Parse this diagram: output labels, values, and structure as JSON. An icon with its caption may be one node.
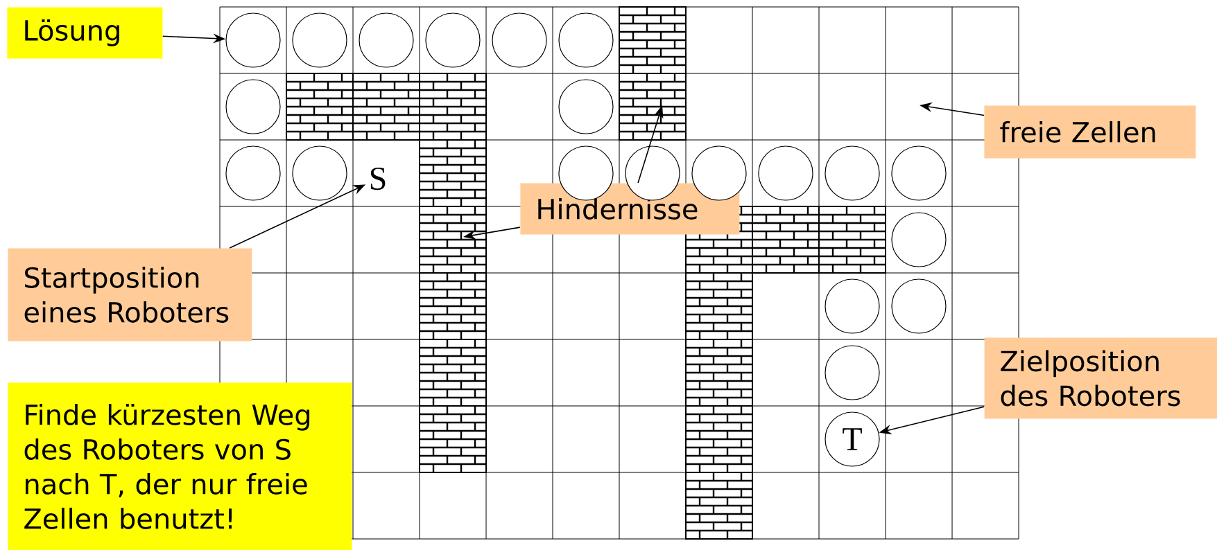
{
  "diagram": {
    "nodes": [
      {
        "text": [
          "Lösung"
        ]
      },
      {
        "text": [
          "freie Zellen"
        ]
      },
      {
        "text": [
          "Hindernisse"
        ]
      },
      {
        "text": [
          "Startposition eines Roboters"
        ]
      },
      {
        "text": [
          "Zielposition des Roboters"
        ]
      },
      {
        "text": [
          "Finde kürzesten Weg des Roboters von S nach T, der nur freie Zellen benutzt!"
        ]
      },
      {
        "text": [
          "S"
        ]
      },
      {
        "text": [],
        "shape": "circle"
      },
      {
        "text": [],
        "shape": "circle"
      },
      {
        "text": [],
        "shape": "circle"
      },
      {
        "text": [],
        "shape": "circle"
      },
      {
        "text": [],
        "shape": "circle"
      },
      {
        "text": [],
        "shape": "circle"
      },
      {
        "text": [],
        "shape": "circle"
      },
      {
        "text": [],
        "shape": "circle"
      },
      {
        "text": [],
        "shape": "circle"
      },
      {
        "text": [],
        "shape": "circle"
      },
      {
        "text": [],
        "shape": "circle"
      },
      {
        "text": [],
        "shape": "circle"
      },
      {
        "text": [],
        "shape": "circle"
      },
      {
        "text": [],
        "shape": "circle"
      },
      {
        "text": [],
        "shape": "circle"
      },
      {
        "text": [],
        "shape": "circle"
      },
      {
        "text": [],
        "shape": "circle"
      },
      {
        "text": [],
        "shape": "circle"
      },
      {
        "text": [],
        "shape": "circle"
      },
      {
        "text": [],
        "shape": "circle"
      },
      {
        "text": [
          "T"
        ]
      }
    ],
    "edges": [
      {
        "from": 0,
        "to": 7,
        "arrow": "to"
      },
      {
        "from": 1,
        "to": null,
        "arrow": "to"
      },
      {
        "from": 2,
        "to": null,
        "arrow": "to"
      },
      {
        "from": 2,
        "to": null,
        "arrow": "to"
      },
      {
        "from": 3,
        "to": 6,
        "arrow": "to"
      },
      {
        "from": 4,
        "to": 27,
        "arrow": "to"
      }
    ]
  }
}
